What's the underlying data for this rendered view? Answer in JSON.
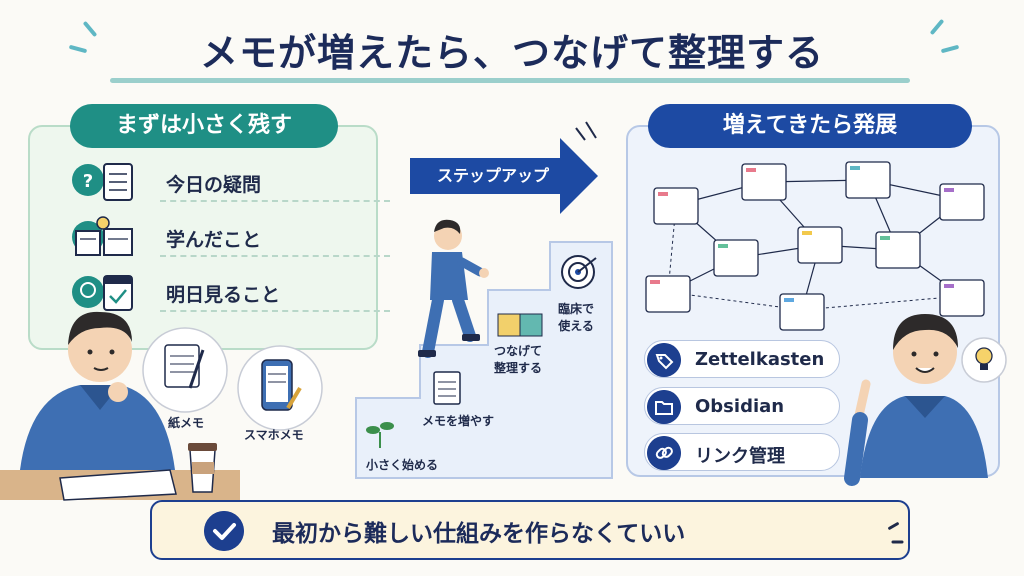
{
  "title": "メモが増えたら、つなげて整理する",
  "left": {
    "header": "まずは小さく残す",
    "items": [
      {
        "label": "今日の疑問",
        "icon": "question-notebook-icon"
      },
      {
        "label": "学んだこと",
        "icon": "lightbulb-book-icon"
      },
      {
        "label": "明日見ること",
        "icon": "calendar-check-icon"
      }
    ],
    "paper_memo": "紙メモ",
    "phone_memo": "スマホメモ"
  },
  "middle": {
    "arrow_label": "ステップアップ",
    "steps": [
      "小さく始める",
      "メモを増やす",
      "つなげて\n整理する",
      "臨床で\n使える"
    ]
  },
  "right": {
    "header": "増えてきたら発展",
    "tools": [
      {
        "label": "Zettelkasten",
        "icon": "tag-icon"
      },
      {
        "label": "Obsidian",
        "icon": "folder-icon"
      },
      {
        "label": "リンク管理",
        "icon": "link-icon"
      }
    ]
  },
  "bottom": {
    "text": "最初から難しい仕組みを作らなくていい"
  },
  "colors": {
    "teal": "#1f8f85",
    "navy": "#1d3f8f",
    "blue_header": "#1d4aa3",
    "bottom_bg": "#fcf4de"
  }
}
